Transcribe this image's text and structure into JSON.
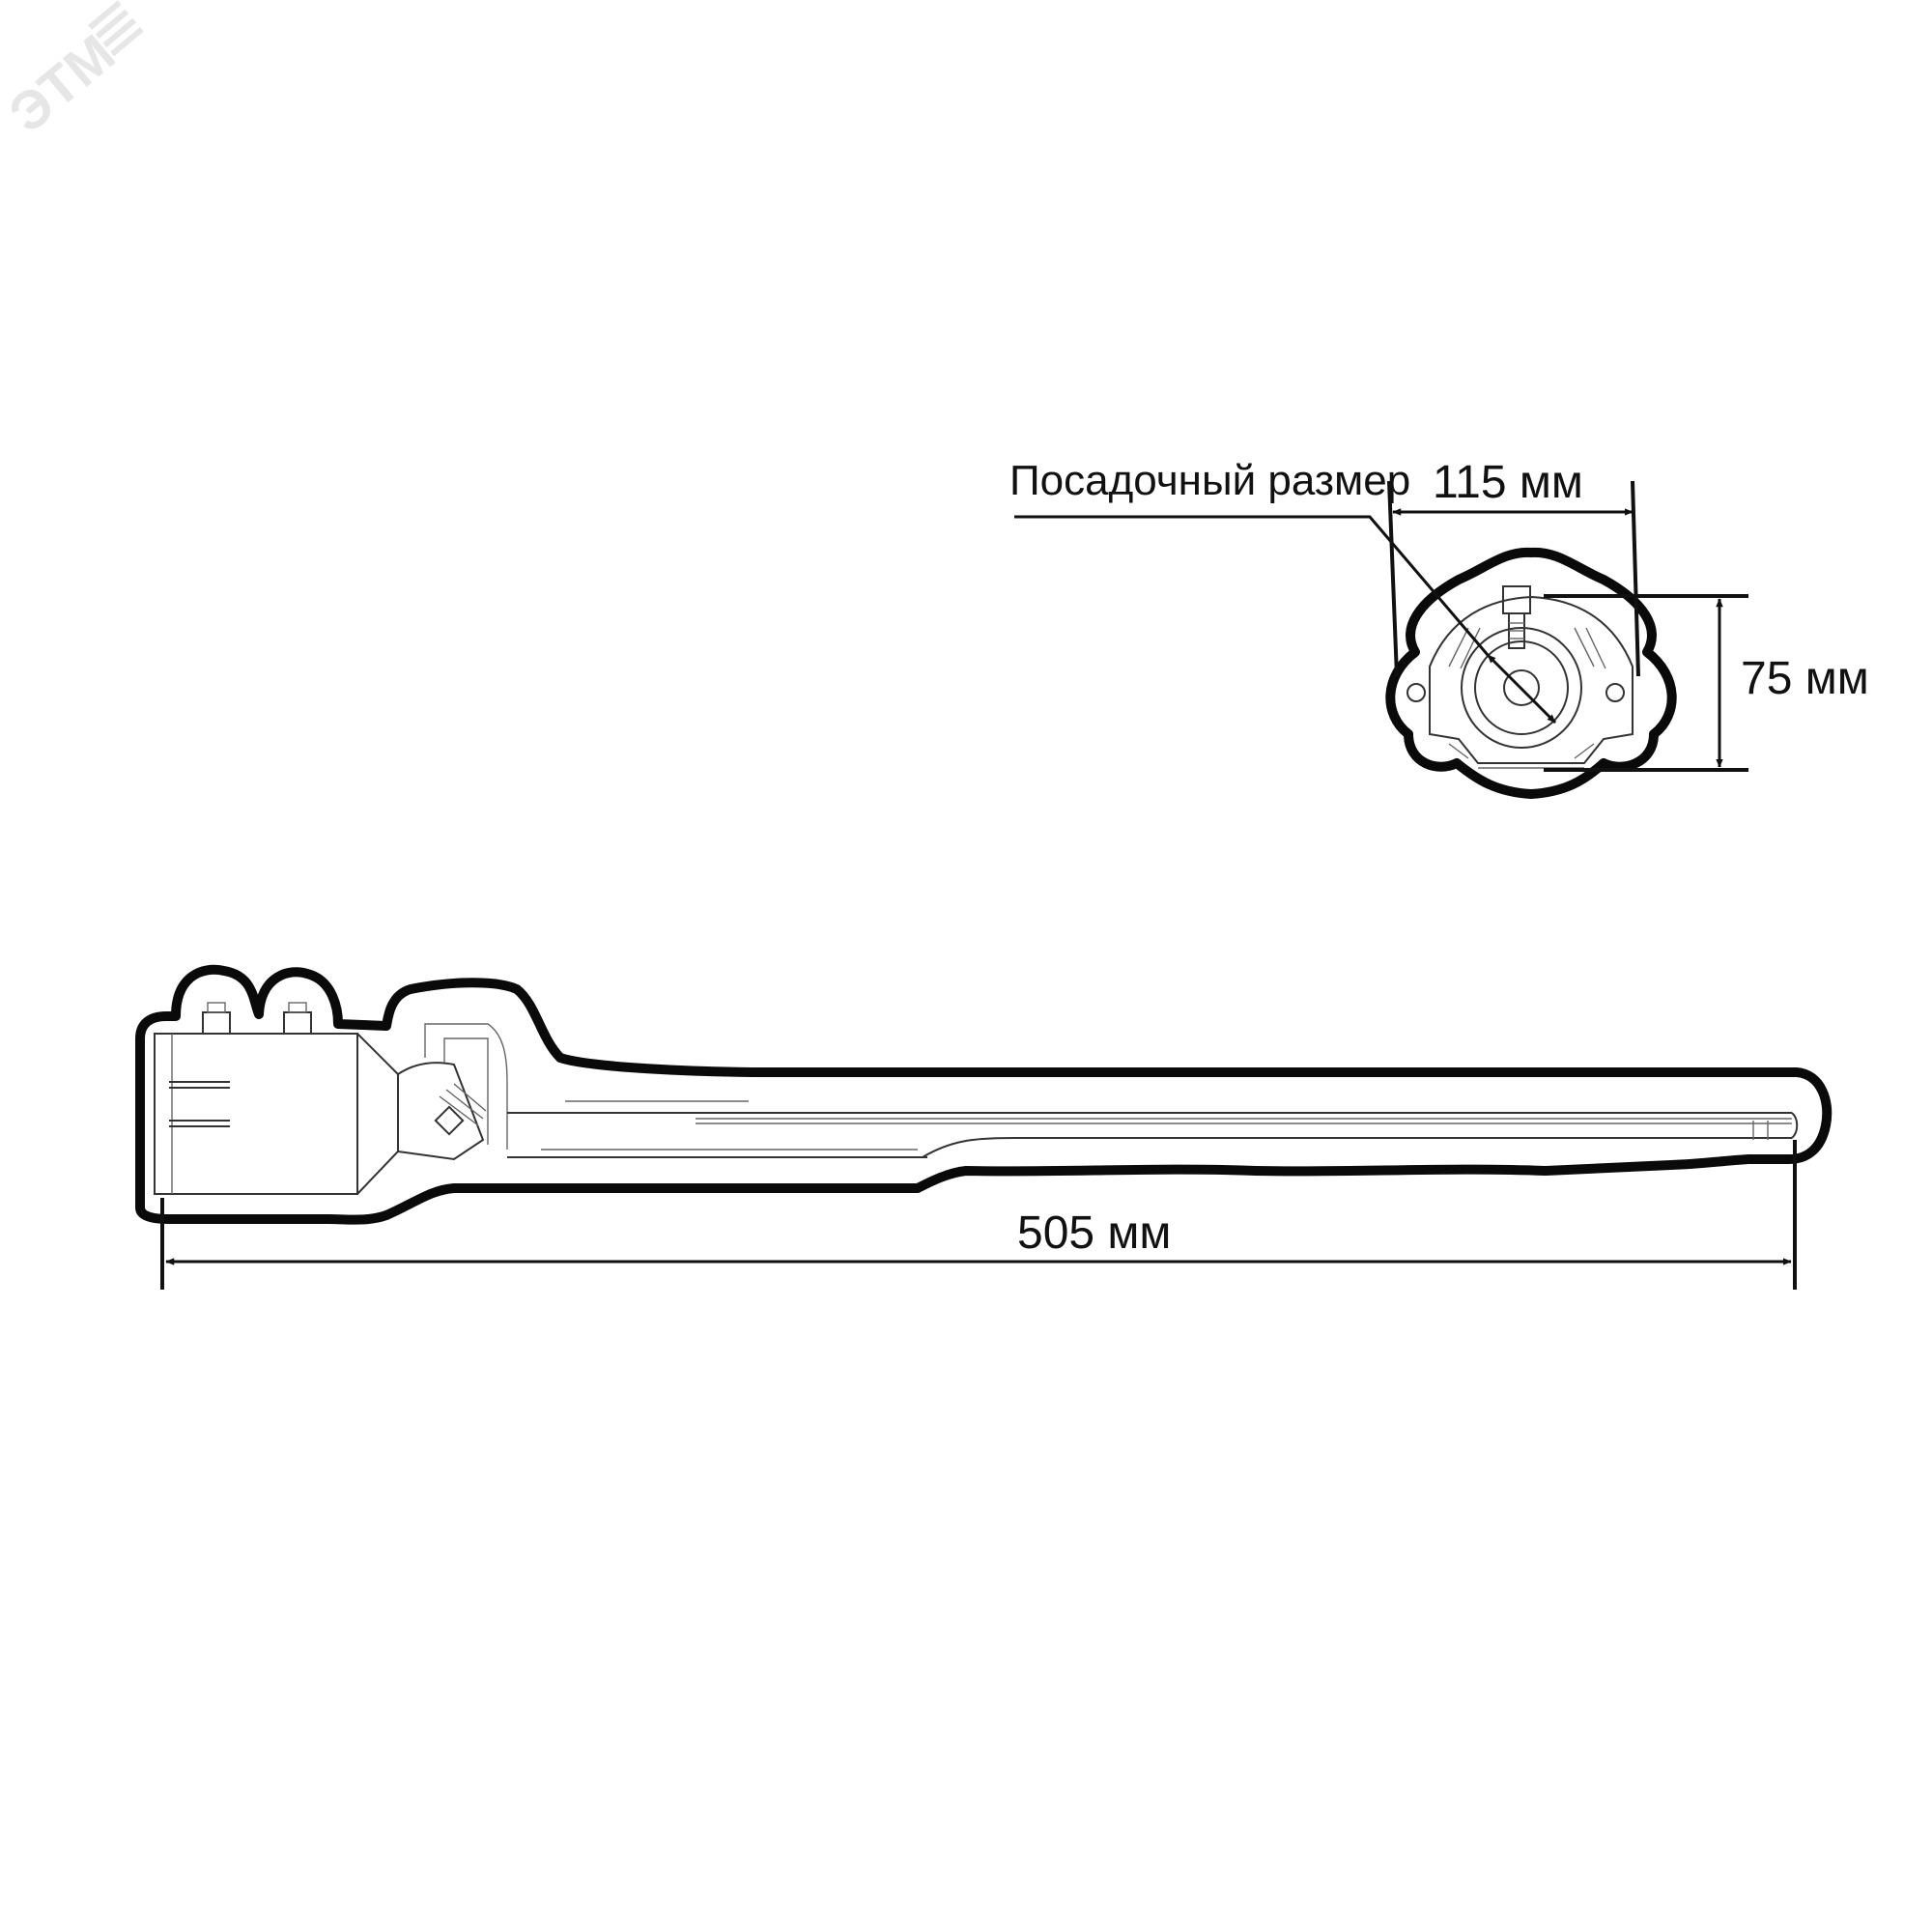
{
  "watermark": {
    "text": "ЭТМ"
  },
  "top_view": {
    "label": "Посадочный размер",
    "width_label": "115 мм",
    "height_label": "75 мм"
  },
  "side_view": {
    "length_label": "505 мм"
  },
  "colors": {
    "outline": "#0a0a0a",
    "watermark": "#e6e6e6"
  }
}
